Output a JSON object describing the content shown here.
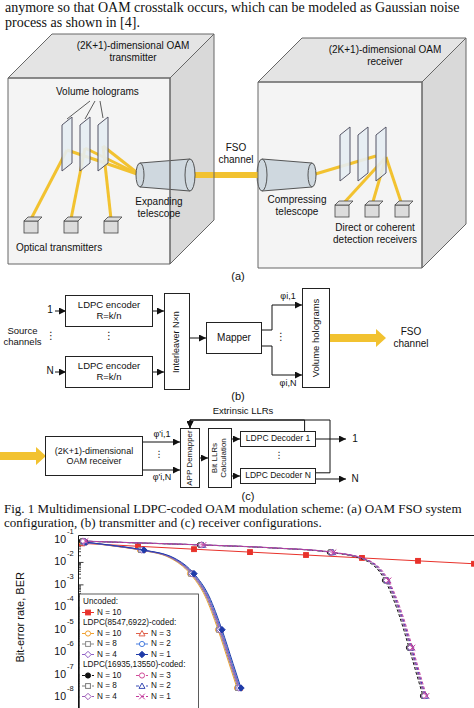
{
  "diagram": {
    "caption": "Fig. 1 Multidimensional LDPC-coded OAM modulation scheme: (a) OAM FSO system configuration, (b) transmitter and (c) receiver configurations.",
    "nodes": [
      {
        "text": [
          "(2K+1)-dimensional OAM transmitter"
        ]
      },
      {
        "text": [
          "(2K+1)-dimensional OAM receiver"
        ]
      },
      {
        "text": [
          "LDPC encoder R=k/n"
        ]
      },
      {
        "text": [
          "LDPC encoder R=k/n"
        ]
      },
      {
        "text": [
          "Interleaver N×n"
        ]
      },
      {
        "text": [
          "Mapper"
        ]
      },
      {
        "text": [
          "Volume holograms"
        ]
      },
      {
        "text": [
          "(2K+1)-dimensional OAM receiver"
        ]
      },
      {
        "text": [
          "APP Demapper"
        ]
      },
      {
        "text": [
          "Bit LLRs Calculation"
        ]
      },
      {
        "text": [
          "LDPC Decoder 1"
        ]
      },
      {
        "text": [
          "LDPC Decoder N"
        ]
      }
    ],
    "edges": [
      {
        "from": 0,
        "to": 1,
        "label": "FSO channel",
        "arrow": "none"
      },
      {
        "from": 2,
        "to": 4,
        "arrow": "to"
      },
      {
        "from": 3,
        "to": 4,
        "arrow": "to"
      },
      {
        "from": 4,
        "to": 5,
        "arrow": "to"
      },
      {
        "from": 5,
        "to": 6,
        "label": "φi,1",
        "arrow": "to"
      },
      {
        "from": 5,
        "to": 6,
        "label": "φi,N",
        "arrow": "to"
      },
      {
        "from": 7,
        "to": 8,
        "label": "φ'i,1",
        "arrow": "to"
      },
      {
        "from": 7,
        "to": 8,
        "label": "φ'i,N",
        "arrow": "to"
      },
      {
        "from": 8,
        "to": 9,
        "arrow": "to"
      },
      {
        "from": 9,
        "to": 10,
        "arrow": "to"
      },
      {
        "from": 9,
        "to": 11,
        "arrow": "to"
      },
      {
        "from": 10,
        "to": 8,
        "label": "Extrinsic LLRs",
        "arrow": "to"
      },
      {
        "from": 11,
        "to": 8,
        "arrow": "to"
      }
    ],
    "labels": [
      "anymore so that OAM crosstalk occurs, which can be modeled as Gaussian noise process as shown in [4].",
      "Volume holograms",
      "Optical transmitters",
      "Expanding telescope",
      "Compressing telescope",
      "Direct or coherent detection receivers",
      "(a)",
      "1",
      "⋮",
      "N",
      "Source channels",
      "⋮",
      "⋮",
      "FSO channel",
      "(b)",
      "⋮",
      "⋮",
      "1",
      "N",
      "(c)",
      "Bit-error rate, BER",
      "10",
      "-1",
      "10",
      "-2",
      "10",
      "-3",
      "10",
      "-4",
      "10",
      "-5",
      "10",
      "-6",
      "10",
      "-7",
      "10",
      "-8",
      "Uncoded:",
      "LDPC(8547,6922)-coded:",
      "LDPC(16935,13550)-coded:"
    ],
    "legend": [
      {
        "text": "N = 10"
      },
      {
        "text": "N = 10"
      },
      {
        "text": "N = 3"
      },
      {
        "text": "N = 8"
      },
      {
        "text": "N = 2"
      },
      {
        "text": "N = 4"
      },
      {
        "text": "N = 1"
      },
      {
        "text": "N = 10"
      },
      {
        "text": "N = 3"
      },
      {
        "text": "N = 8"
      },
      {
        "text": "N = 2"
      },
      {
        "text": "N = 4"
      },
      {
        "text": "N = 1"
      }
    ]
  }
}
